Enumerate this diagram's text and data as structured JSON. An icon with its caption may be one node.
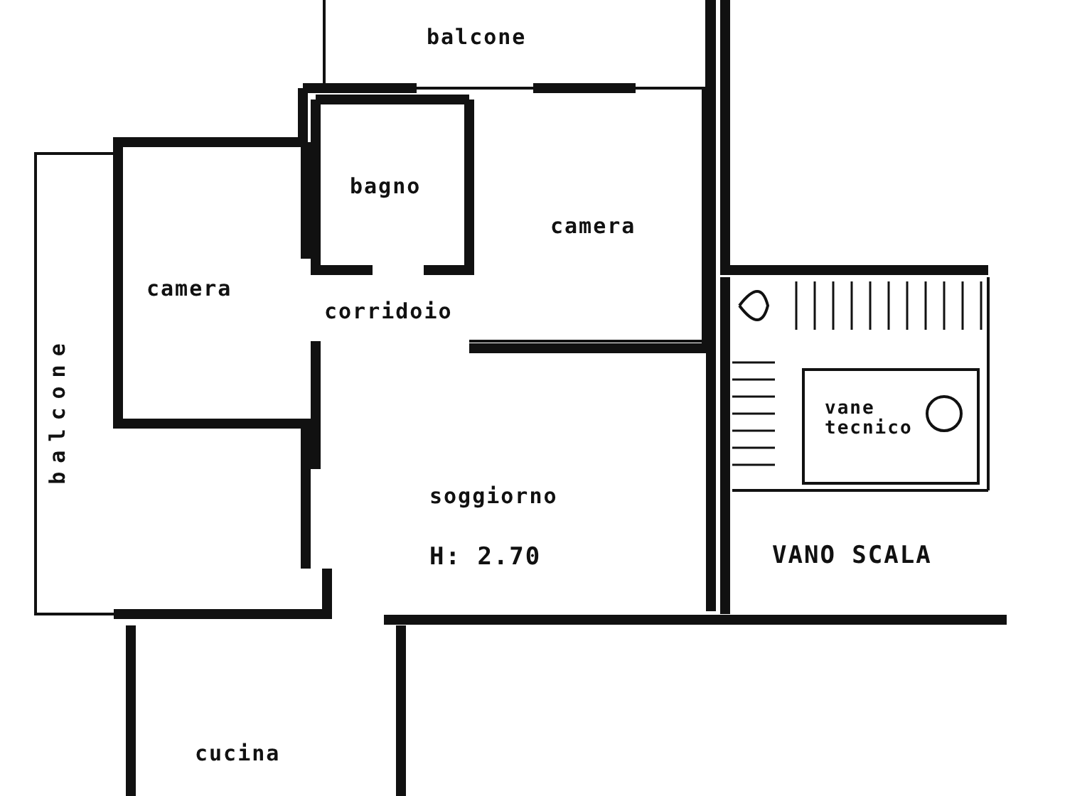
{
  "diagram": {
    "labels": [
      "balcone",
      "bagno",
      "camera",
      "camera",
      "corridoio",
      "balcone",
      "vane tecnico",
      "soggiorno",
      "H: 2.70",
      "VANO SCALA",
      "cucina"
    ]
  }
}
